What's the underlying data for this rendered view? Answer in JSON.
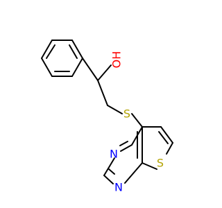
{
  "colors": {
    "background": "#ffffff",
    "bond": "#000000",
    "oxygen": "#ff0000",
    "sulfur": "#b2a200",
    "nitrogen": "#0000ff"
  },
  "atoms": {
    "hydroxyl": {
      "label": "OH",
      "element": "O"
    },
    "thioether": {
      "label": "S",
      "element": "S"
    },
    "thiophene_sulfur": {
      "label": "S",
      "element": "S"
    },
    "nitrogen_3": {
      "label": "N",
      "element": "N"
    },
    "nitrogen_1": {
      "label": "N",
      "element": "N"
    }
  }
}
